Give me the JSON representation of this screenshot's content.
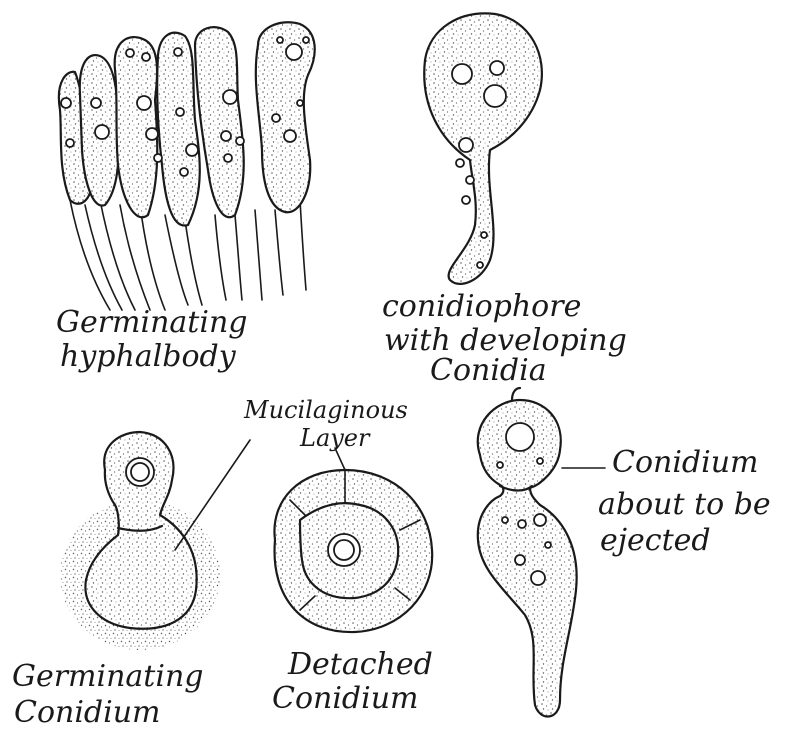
{
  "labels": {
    "germinating_hyphal_body": {
      "line1": "Germinating",
      "line2": "hyphalbody"
    },
    "conidiophore": {
      "line1": "conidiophore",
      "line2": "with developing",
      "line3": "Conidia"
    },
    "mucilaginous_layer": {
      "line1": "Mucilaginous",
      "line2": "Layer"
    },
    "conidium_ejected": {
      "line1": "Conidium",
      "line2": "about to be",
      "line3": "ejected"
    },
    "germinating_conidium": {
      "line1": "Germinating",
      "line2": "Conidium"
    },
    "detached_conidium": {
      "line1": "Detached",
      "line2": "Conidium"
    }
  },
  "icons": {
    "hyphal_body": "hyphal-body-drawing",
    "conidiophore": "conidiophore-drawing",
    "germinating_conidium": "germinating-conidium-drawing",
    "detached_conidium": "detached-conidium-drawing",
    "ejecting_conidium": "ejecting-conidium-drawing"
  },
  "colors": {
    "ink": "#1a1a1a",
    "paper": "#ffffff"
  }
}
